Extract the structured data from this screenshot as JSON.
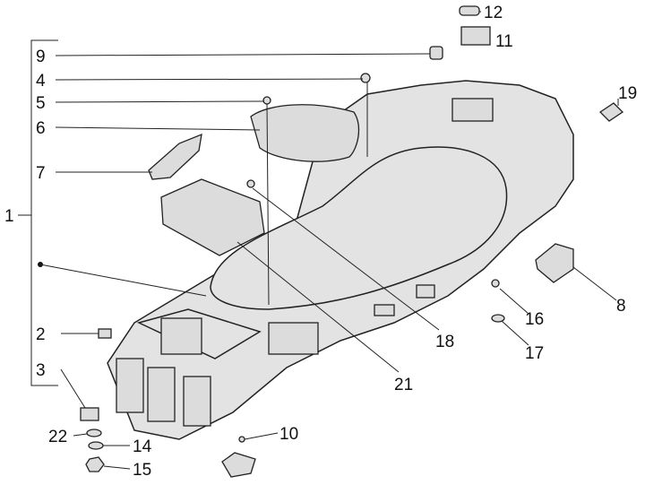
{
  "diagram": {
    "type": "exploded parts diagram",
    "labels": [
      "1",
      "2",
      "3",
      "4",
      "5",
      "6",
      "7",
      "8",
      "9",
      "10",
      "11",
      "12",
      "14",
      "15",
      "16",
      "17",
      "18",
      "19",
      "21",
      "22"
    ]
  }
}
